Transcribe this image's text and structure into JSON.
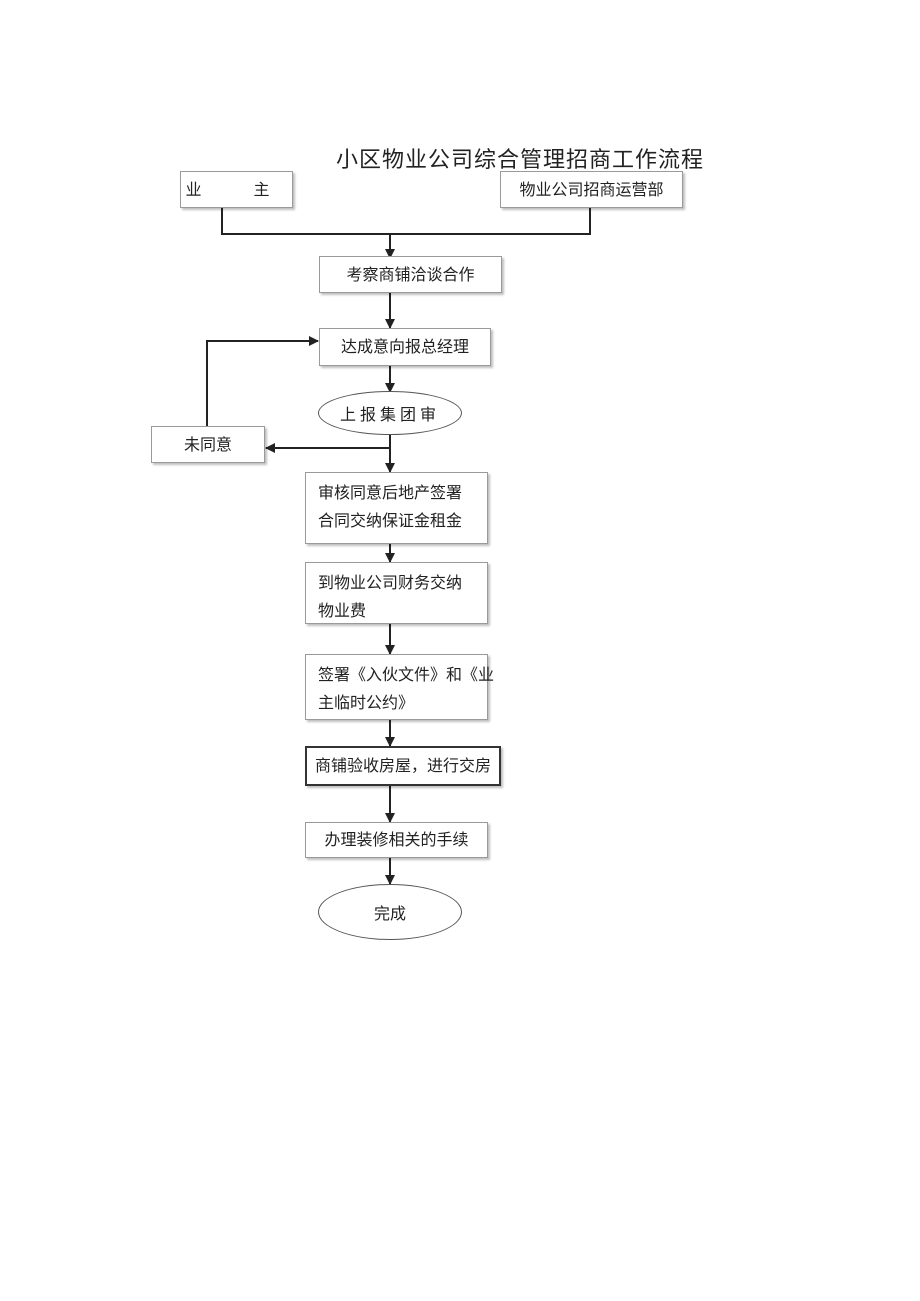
{
  "title": "小区物业公司综合管理招商工作流程",
  "nodes": {
    "owner": "业　主",
    "dept": "物业公司招商运营部",
    "inspect": "考察商铺洽谈合作",
    "report": "达成意向报总经理",
    "group_review": "上报集团审",
    "reject": "未同意",
    "approve": [
      "审核同意后地产签署",
      "合同交纳保证金租金"
    ],
    "finance": [
      "到物业公司财务交纳",
      "物业费"
    ],
    "sign": [
      "签署《入伙文件》和《业",
      "主临时公约》"
    ],
    "handover": "商铺验收房屋，进行交房",
    "decoration": "办理装修相关的手续",
    "done": "完成"
  }
}
